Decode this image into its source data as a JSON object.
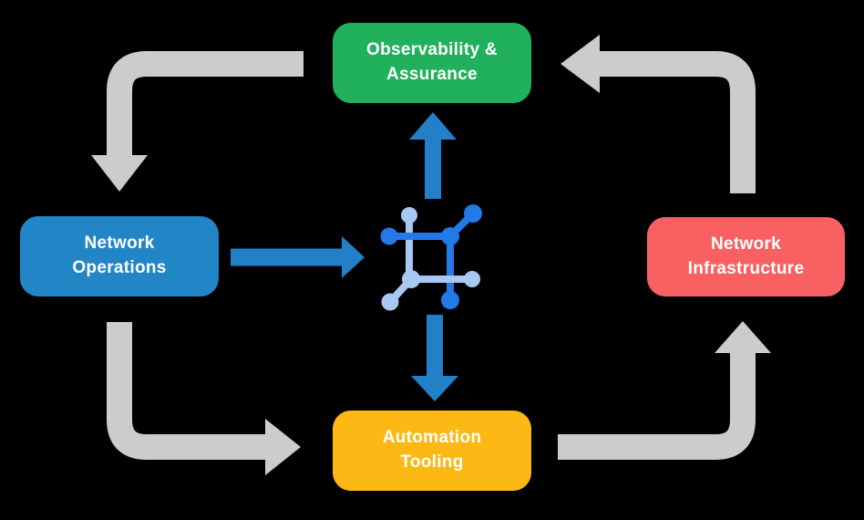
{
  "diagram": {
    "background_color": "#000000",
    "colors": {
      "flow_arrow_gray": "#cccccc",
      "data_arrow_blue": "#2180c7",
      "icon_dark_blue": "#2379e8",
      "icon_light_blue": "#a6c8f1",
      "label_text": "#ffffff"
    },
    "nodes": [
      {
        "id": "observability-assurance",
        "label": "Observability &\nAssurance",
        "color": "#21b05c",
        "position": "top"
      },
      {
        "id": "network-operations",
        "label": "Network\nOperations",
        "color": "#2285c6",
        "position": "left"
      },
      {
        "id": "network-infrastructure",
        "label": "Network\nInfrastructure",
        "color": "#f96062",
        "position": "right"
      },
      {
        "id": "automation-tooling",
        "label": "Automation\nTooling",
        "color": "#fcb814",
        "position": "bottom"
      }
    ],
    "cycle_arrows": [
      {
        "from": "Observability & Assurance",
        "to": "Network Operations"
      },
      {
        "from": "Network Operations",
        "to": "Automation Tooling"
      },
      {
        "from": "Automation Tooling",
        "to": "Network Infrastructure"
      },
      {
        "from": "Network Infrastructure",
        "to": "Observability & Assurance"
      }
    ],
    "center_arrows": [
      {
        "from": "Network Operations",
        "to": "center icon",
        "direction": "right"
      },
      {
        "from": "center icon",
        "to": "Observability & Assurance",
        "direction": "up"
      },
      {
        "from": "center icon",
        "to": "Automation Tooling",
        "direction": "down"
      }
    ],
    "center_icon": {
      "name": "network-automation-icon"
    }
  }
}
